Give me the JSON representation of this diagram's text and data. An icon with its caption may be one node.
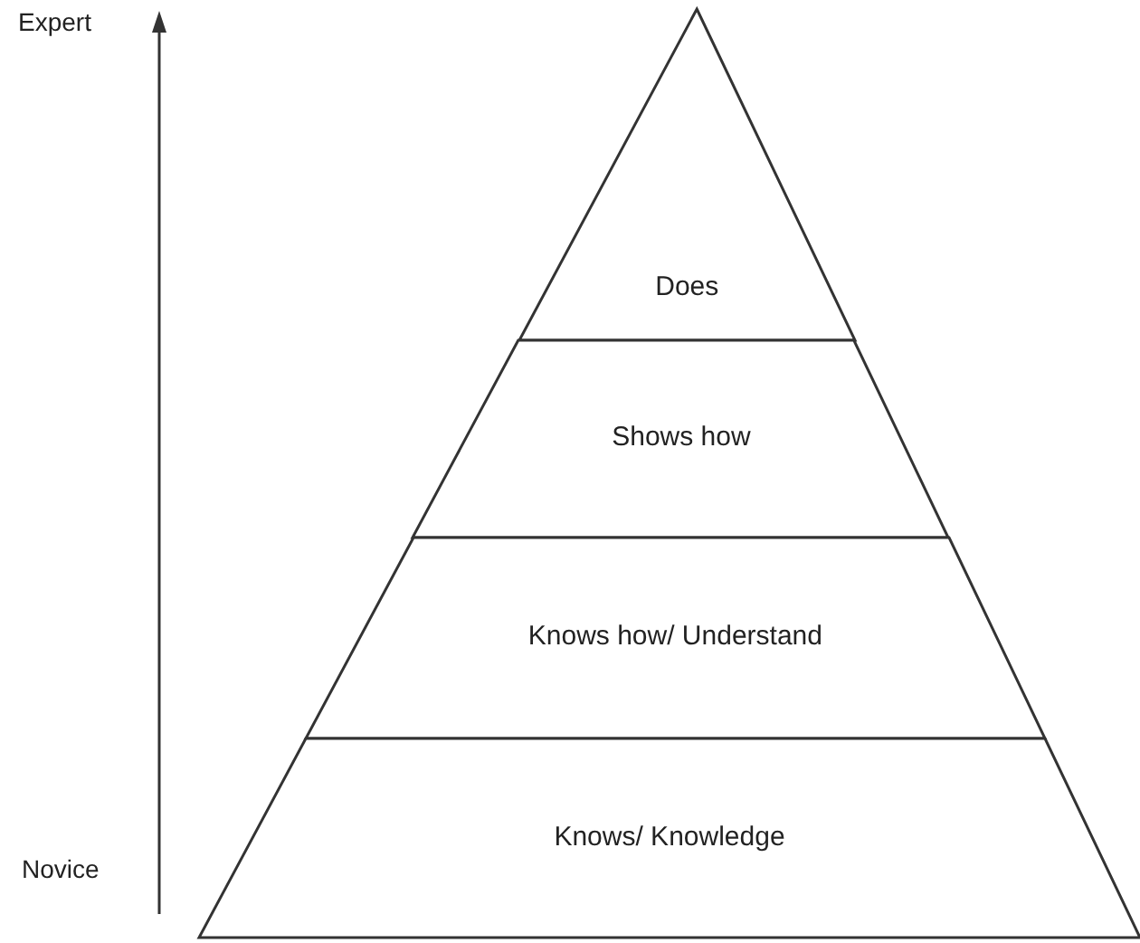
{
  "diagram": {
    "nodes": [
      {
        "text": [
          "Does"
        ]
      },
      {
        "text": [
          "Shows how"
        ]
      },
      {
        "text": [
          "Knows how/ Understand"
        ]
      },
      {
        "text": [
          "Knows/ Knowledge"
        ]
      }
    ],
    "labels": [
      "Expert",
      "Novice"
    ]
  }
}
